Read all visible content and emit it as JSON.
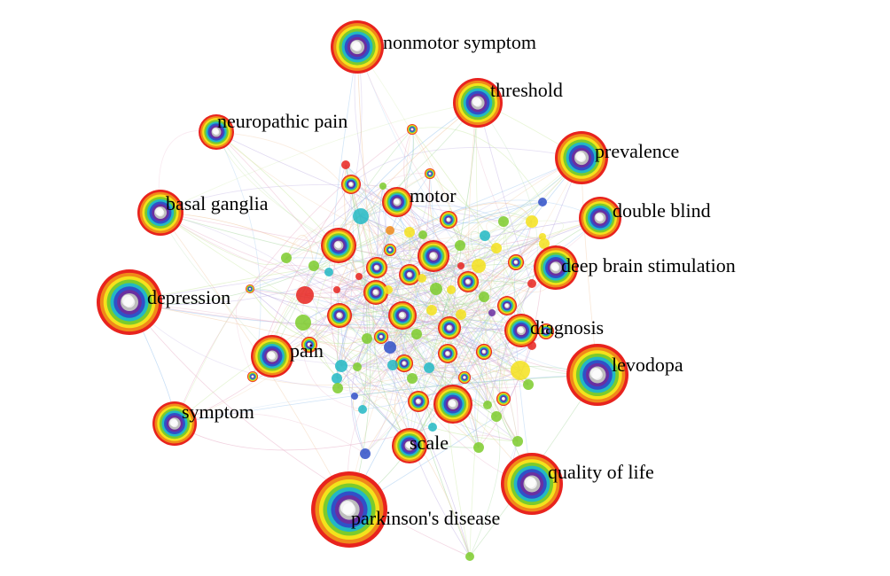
{
  "network": {
    "ring_colors": [
      "#e8231e",
      "#f08a1a",
      "#f4e21c",
      "#7ccb2c",
      "#22b8c4",
      "#3050c8",
      "#6a2fa0",
      "#bdbdbd",
      "#ececec"
    ],
    "edge_colors": [
      "#b9a8e0",
      "#a8d8a0",
      "#f0c8a0",
      "#a0c8f0",
      "#e8b0c8",
      "#c8e8a0"
    ],
    "keywords": [
      {
        "id": "nonmotor-symptom",
        "label": "nonmotor symptom"
      },
      {
        "id": "threshold",
        "label": "threshold"
      },
      {
        "id": "neuropathic-pain",
        "label": "neuropathic pain"
      },
      {
        "id": "prevalence",
        "label": "prevalence"
      },
      {
        "id": "motor",
        "label": "motor"
      },
      {
        "id": "basal-ganglia",
        "label": "basal ganglia"
      },
      {
        "id": "double-blind",
        "label": "double blind"
      },
      {
        "id": "deep-brain-stimulation",
        "label": "deep brain stimulation"
      },
      {
        "id": "depression",
        "label": "depression"
      },
      {
        "id": "diagnosis",
        "label": "diagnosis"
      },
      {
        "id": "pain",
        "label": "pain"
      },
      {
        "id": "levodopa",
        "label": "levodopa"
      },
      {
        "id": "symptom",
        "label": "symptom"
      },
      {
        "id": "scale",
        "label": "scale"
      },
      {
        "id": "quality-of-life",
        "label": "quality of life"
      },
      {
        "id": "parkinsons-disease",
        "label": "parkinson's disease"
      }
    ]
  }
}
